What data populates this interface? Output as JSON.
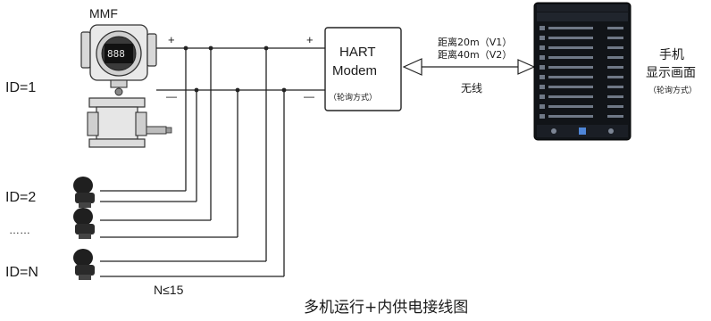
{
  "transmitter": {
    "brand": "MMF",
    "id_label": "ID=1"
  },
  "extra_devices": [
    {
      "id_label": "ID=2"
    },
    {
      "id_label": "……"
    },
    {
      "id_label": "ID=N"
    }
  ],
  "bus": {
    "plus": "+",
    "minus": "—",
    "count_label": "N≤15"
  },
  "modem": {
    "title_line1": "HART",
    "title_line2": "Modem",
    "mode": "（轮询方式）",
    "plus": "+",
    "minus": "—"
  },
  "wireless": {
    "range_v1": "距离20m（V1）",
    "range_v2": "距离40m（V2）",
    "label": "无线"
  },
  "phone": {
    "caption_line1": "手机",
    "caption_line2": "显示画面",
    "caption_mode": "（轮询方式）"
  },
  "caption": "多机运行+内供电接线图"
}
